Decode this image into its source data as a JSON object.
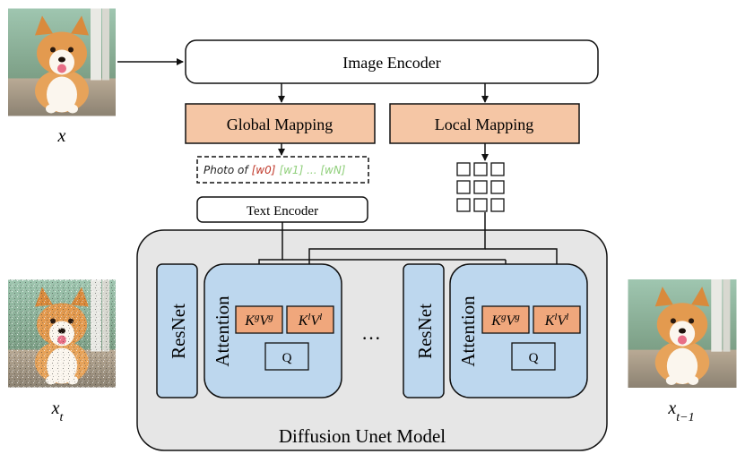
{
  "image_encoder": "Image Encoder",
  "global_mapping": "Global Mapping",
  "local_mapping": "Local Mapping",
  "prompt": {
    "prefix": "Photo of",
    "w0": "[w0]",
    "rest": "[w1] ... [wN]"
  },
  "text_encoder": "Text Encoder",
  "unet_label": "Diffusion Unet Model",
  "resnet": "ResNet",
  "attention": "Attention",
  "kv_global": {
    "base1": "K",
    "sup1": "g",
    "base2": "V",
    "sup2": "g"
  },
  "kv_local": {
    "base1": "K",
    "sup1": "l",
    "base2": "V",
    "sup2": "l"
  },
  "query": "Q",
  "ellipsis": "···",
  "labels": {
    "x": "x",
    "xt_base": "x",
    "xt_sub": "t",
    "xt1_base": "x",
    "xt1_sub": "t−1"
  },
  "colors": {
    "mapping": "#f5c6a5",
    "kv": "#f0a77c",
    "blue": "#bdd7ee",
    "unet_bg": "#e6e6e6",
    "w0_red": "#c0392b",
    "w_green": "#8fcf7a"
  }
}
